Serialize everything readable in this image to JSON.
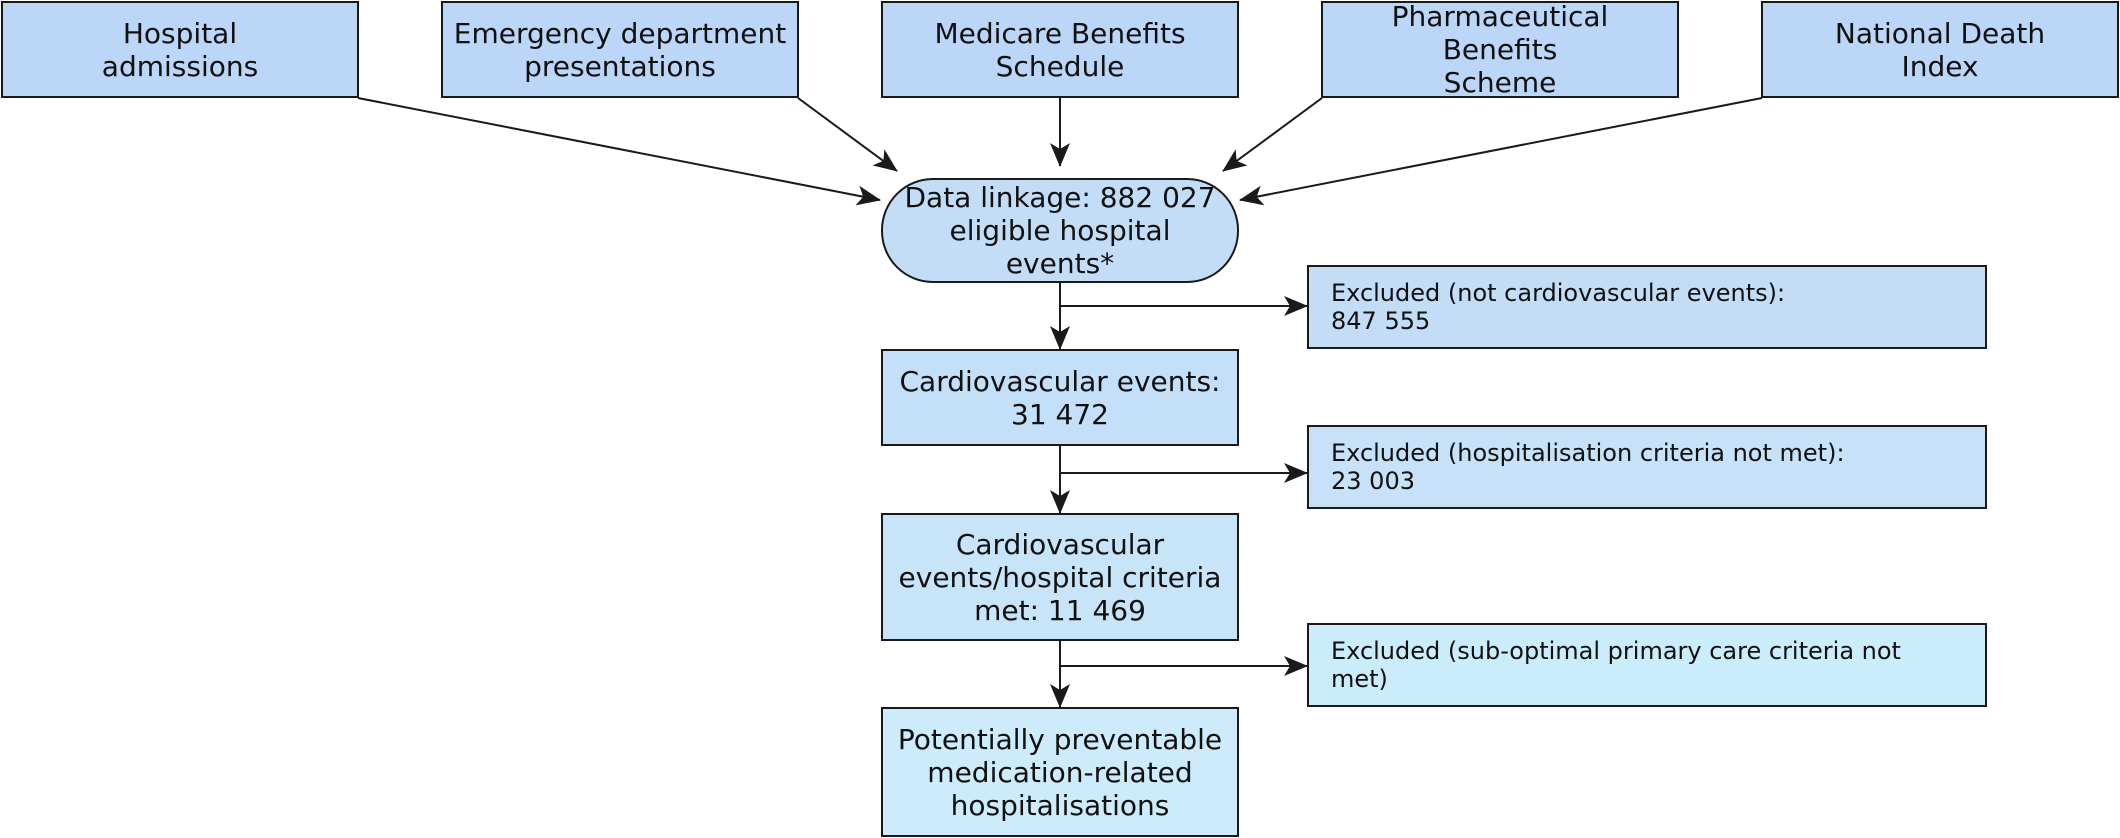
{
  "sources": [
    {
      "id": "hospital",
      "text": "Hospital\nadmissions"
    },
    {
      "id": "ed",
      "text": "Emergency department\npresentations"
    },
    {
      "id": "mbs",
      "text": "Medicare Benefits\nSchedule"
    },
    {
      "id": "pbs",
      "text": "Pharmaceutical Benefits\nScheme"
    },
    {
      "id": "ndi",
      "text": "National Death\nIndex"
    }
  ],
  "flow": {
    "linkage": "Data linkage: 882 027\neligible hospital events*",
    "cardiovascular": "Cardiovascular events:\n31 472",
    "criteria_met": "Cardiovascular\nevents/hospital criteria\nmet: 11 469",
    "final": "Potentially preventable\nmedication-related\nhospitalisations"
  },
  "exclusions": {
    "not_cardiovascular": "Excluded (not cardiovascular events):\n847 555",
    "hospitalisation_criteria": "Excluded (hospitalisation criteria not met):\n23 003",
    "primary_care_criteria": "Excluded (sub-optimal primary care criteria not met)"
  }
}
